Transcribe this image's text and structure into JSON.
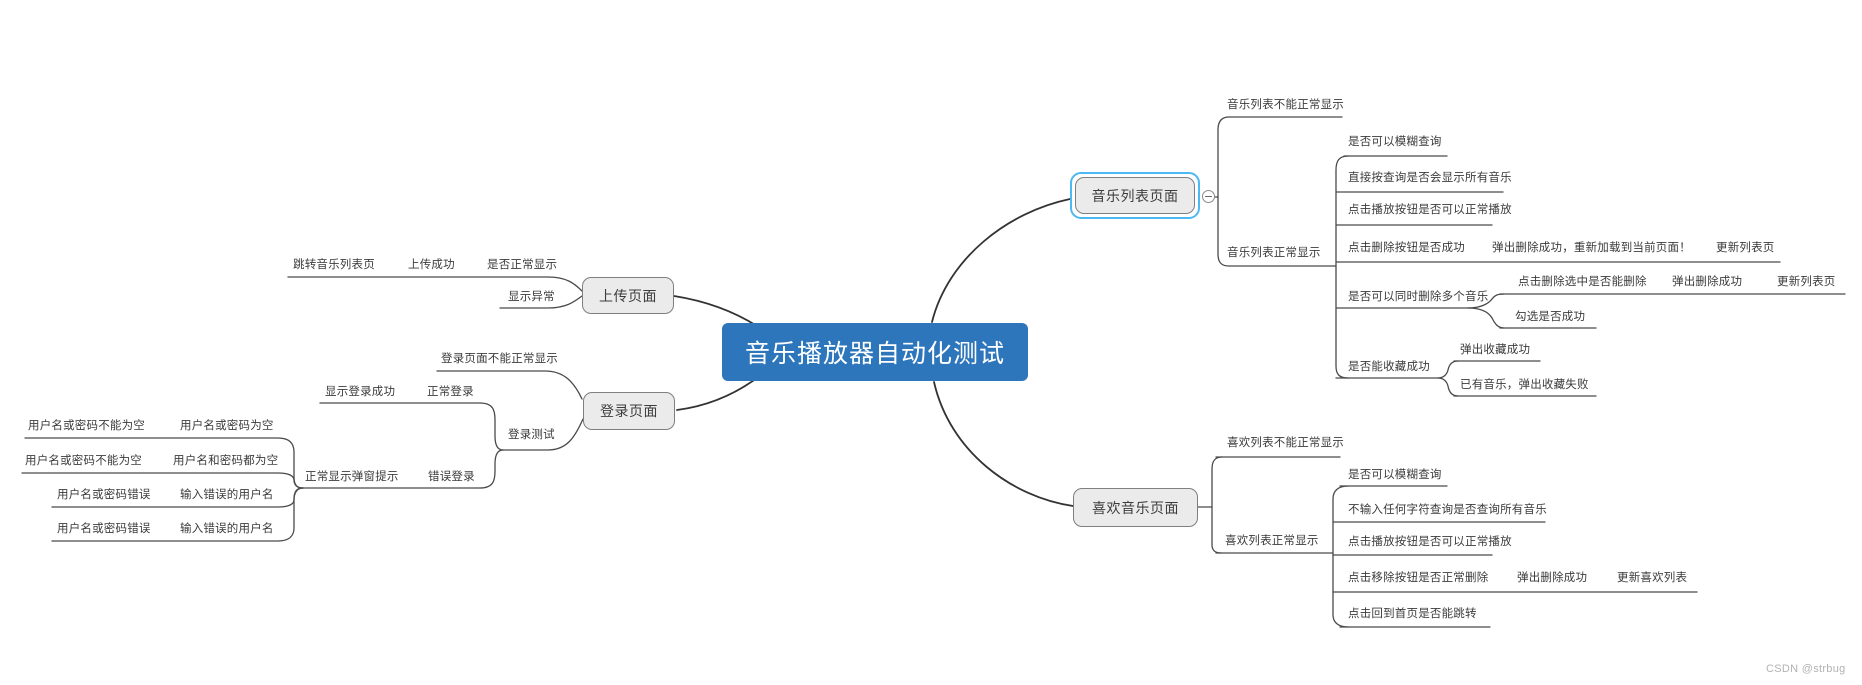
{
  "central": {
    "label": "音乐播放器自动化测试"
  },
  "watermark": "CSDN @strbug",
  "colors": {
    "central_bg": "#2e76bc",
    "selection_outline": "#4db9f2",
    "topic_bg": "#ebebeb"
  },
  "upload": {
    "label": "上传页面",
    "normal_display": "是否正常显示",
    "upload_success": "上传成功",
    "jump_music_list": "跳转音乐列表页",
    "display_error": "显示异常"
  },
  "login": {
    "label": "登录页面",
    "page_cannot_display": "登录页面不能正常显示",
    "login_test": "登录测试",
    "normal_login": "正常登录",
    "show_login_success": "显示登录成功",
    "error_login": "错误登录",
    "popup_prompt": "正常显示弹窗提示",
    "case_empty": "用户名或密码为空",
    "msg_empty": "用户名或密码不能为空",
    "case_both_empty": "用户名和密码都为空",
    "msg_both_empty": "用户名或密码不能为空",
    "case_wrong_name1": "输入错误的用户名",
    "msg_wrong1": "用户名或密码错误",
    "case_wrong_name2": "输入错误的用户名",
    "msg_wrong2": "用户名或密码错误"
  },
  "music_list": {
    "label": "音乐列表页面",
    "cannot_display": "音乐列表不能正常显示",
    "normal_display": "音乐列表正常显示",
    "fuzzy_query": "是否可以模糊查询",
    "query_all": "直接按查询是否会显示所有音乐",
    "play_btn": "点击播放按钮是否可以正常播放",
    "delete_btn": "点击删除按钮是否成功",
    "delete_popup": "弹出删除成功，重新加载到当前页面！",
    "update_page1": "更新列表页",
    "multi_delete": "是否可以同时删除多个音乐",
    "delete_selected": "点击删除选中是否能删除",
    "delete_popup2": "弹出删除成功",
    "update_page2": "更新列表页",
    "check_ok": "勾选是否成功",
    "collect_ok": "是否能收藏成功",
    "collect_popup": "弹出收藏成功",
    "collect_fail": "已有音乐，弹出收藏失败"
  },
  "like_page": {
    "label": "喜欢音乐页面",
    "cannot_display": "喜欢列表不能正常显示",
    "normal_display": "喜欢列表正常显示",
    "fuzzy_query": "是否可以模糊查询",
    "query_all": "不输入任何字符查询是否查询所有音乐",
    "play_btn": "点击播放按钮是否可以正常播放",
    "remove_btn": "点击移除按钮是否正常删除",
    "delete_popup": "弹出删除成功",
    "update_like": "更新喜欢列表",
    "back_home": "点击回到首页是否能跳转"
  }
}
